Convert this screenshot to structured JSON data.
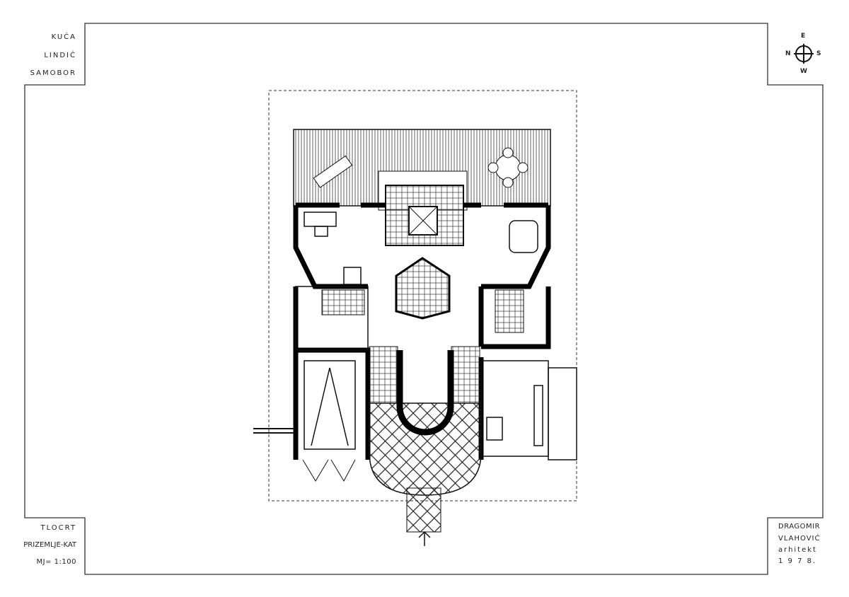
{
  "title_block": {
    "line1": "KUĆA",
    "line2": "LINDIĆ",
    "line3": "SAMOBOR"
  },
  "compass": {
    "n": "N",
    "e": "E",
    "s": "S",
    "w": "W"
  },
  "drawing_info": {
    "line1": "TLOCRT",
    "line2": "PRIZEMLJE-KAT",
    "line3": "MJ= 1:100"
  },
  "author": {
    "line1": "DRAGOMIR",
    "line2": "VLAHOVIĆ",
    "line3": "arhitekt",
    "line4": "1 9 7 8."
  }
}
